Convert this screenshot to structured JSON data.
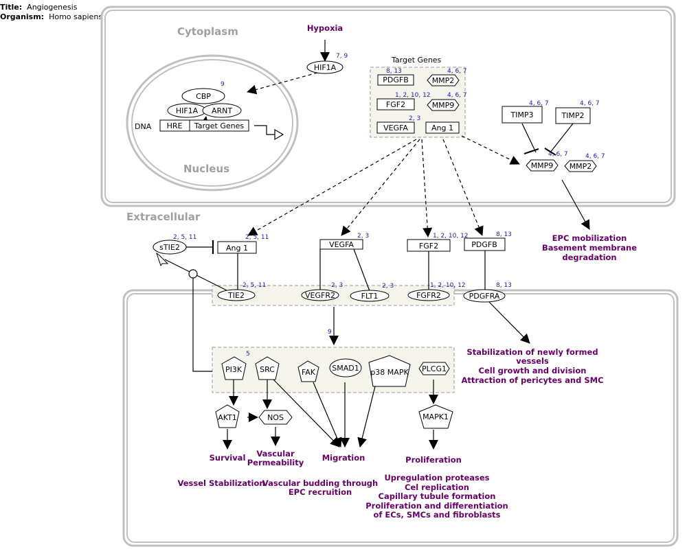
{
  "header": {
    "title_label": "Title:",
    "title_value": "Angiogenesis",
    "organism_label": "Organism:",
    "organism_value": "Homo sapiens"
  },
  "compartments": {
    "cytoplasm": "Cytoplasm",
    "nucleus": "Nucleus",
    "extracellular": "Extracellular"
  },
  "labels": {
    "target_genes_header": "Target Genes",
    "dna": "DNA"
  },
  "nodes": {
    "hif1a_cyto": "HIF1A",
    "cbp": "CBP",
    "hif1a_nuc": "HIF1A",
    "arnt": "ARNT",
    "hre": "HRE",
    "target_genes_box": "Target Genes",
    "pdgfb_tg": "PDGFB",
    "mmp2_tg": "MMP2",
    "fgf2_tg": "FGF2",
    "mmp9_tg": "MMP9",
    "vegfa_tg": "VEGFA",
    "ang1_tg": "Ang 1",
    "timp3": "TIMP3",
    "timp2": "TIMP2",
    "mmp9": "MMP9",
    "mmp2": "MMP2",
    "stie2": "sTIE2",
    "ang1": "Ang 1",
    "vegfa": "VEGFA",
    "fgf2": "FGF2",
    "pdgfb": "PDGFB",
    "tie2": "TIE2",
    "vegfr2": "VEGFR2",
    "flt1": "FLT1",
    "fgfr2": "FGFR2",
    "pdgfra": "PDGFRA",
    "pi3k": "PI3K",
    "src": "SRC",
    "fak": "FAK",
    "smad1": "SMAD1",
    "p38mapk": "p38 MAPK",
    "plcg1": "PLCG1",
    "akt1": "AKT1",
    "nos": "NOS",
    "mapk1": "MAPK1"
  },
  "refs": {
    "hif1a": "7, 9",
    "cbp": "9",
    "pdgfb_tg": "8, 13",
    "mmp2_tg": "4, 6, 7",
    "fgf2_tg": "1, 2, 10, 12",
    "mmp9_tg": "4, 6, 7",
    "vegfa_tg": "2, 3",
    "timp3": "4, 6, 7",
    "timp2": "4, 6, 7",
    "mmp9": "4, 6, 7",
    "mmp2": "4, 6, 7",
    "stie2": "2, 5, 11",
    "ang1": "2, 5, 11",
    "vegfa": "2, 3",
    "fgf2": "1, 2, 10, 12",
    "pdgfb": "8, 13",
    "tie2": "2, 5, 11",
    "vegfr2": "2, 3",
    "flt1": "2, 3",
    "fgfr2": "1, 2, 10, 12",
    "pdgfra": "8, 13",
    "vegfr_arrow": "9",
    "pi3k": "5"
  },
  "processes": {
    "hypoxia": "Hypoxia",
    "epc_1": "EPC mobilization",
    "epc_2": "Basement membrane",
    "epc_3": "degradation",
    "stab_1": "Stabilization of newly formed",
    "stab_2": "vessels",
    "stab_3": "Cell growth and division",
    "stab_4": "Attraction of pericytes and SMC",
    "survival": "Survival",
    "vasc_1": "Vascular",
    "vasc_2": "Permeability",
    "migration": "Migration",
    "proliferation": "Proliferation",
    "vessel_stab": "Vessel Stabilization",
    "budding_1": "Vascular budding through",
    "budding_2": "EPC recruition",
    "up_1": "Upregulation proteases",
    "up_2": "Cel replication",
    "up_3": "Capillary tubule formation",
    "up_4": "Proliferation and differentiation",
    "up_5": "of ECs, SMCs and fibroblasts"
  },
  "colors": {
    "process": "#660066",
    "compartment_label": "#a0a0a0",
    "reference": "#1a1aa0",
    "compartment_border": "#c0c0c0",
    "group_fill": "#f5f5ee",
    "group_border": "#999999"
  }
}
